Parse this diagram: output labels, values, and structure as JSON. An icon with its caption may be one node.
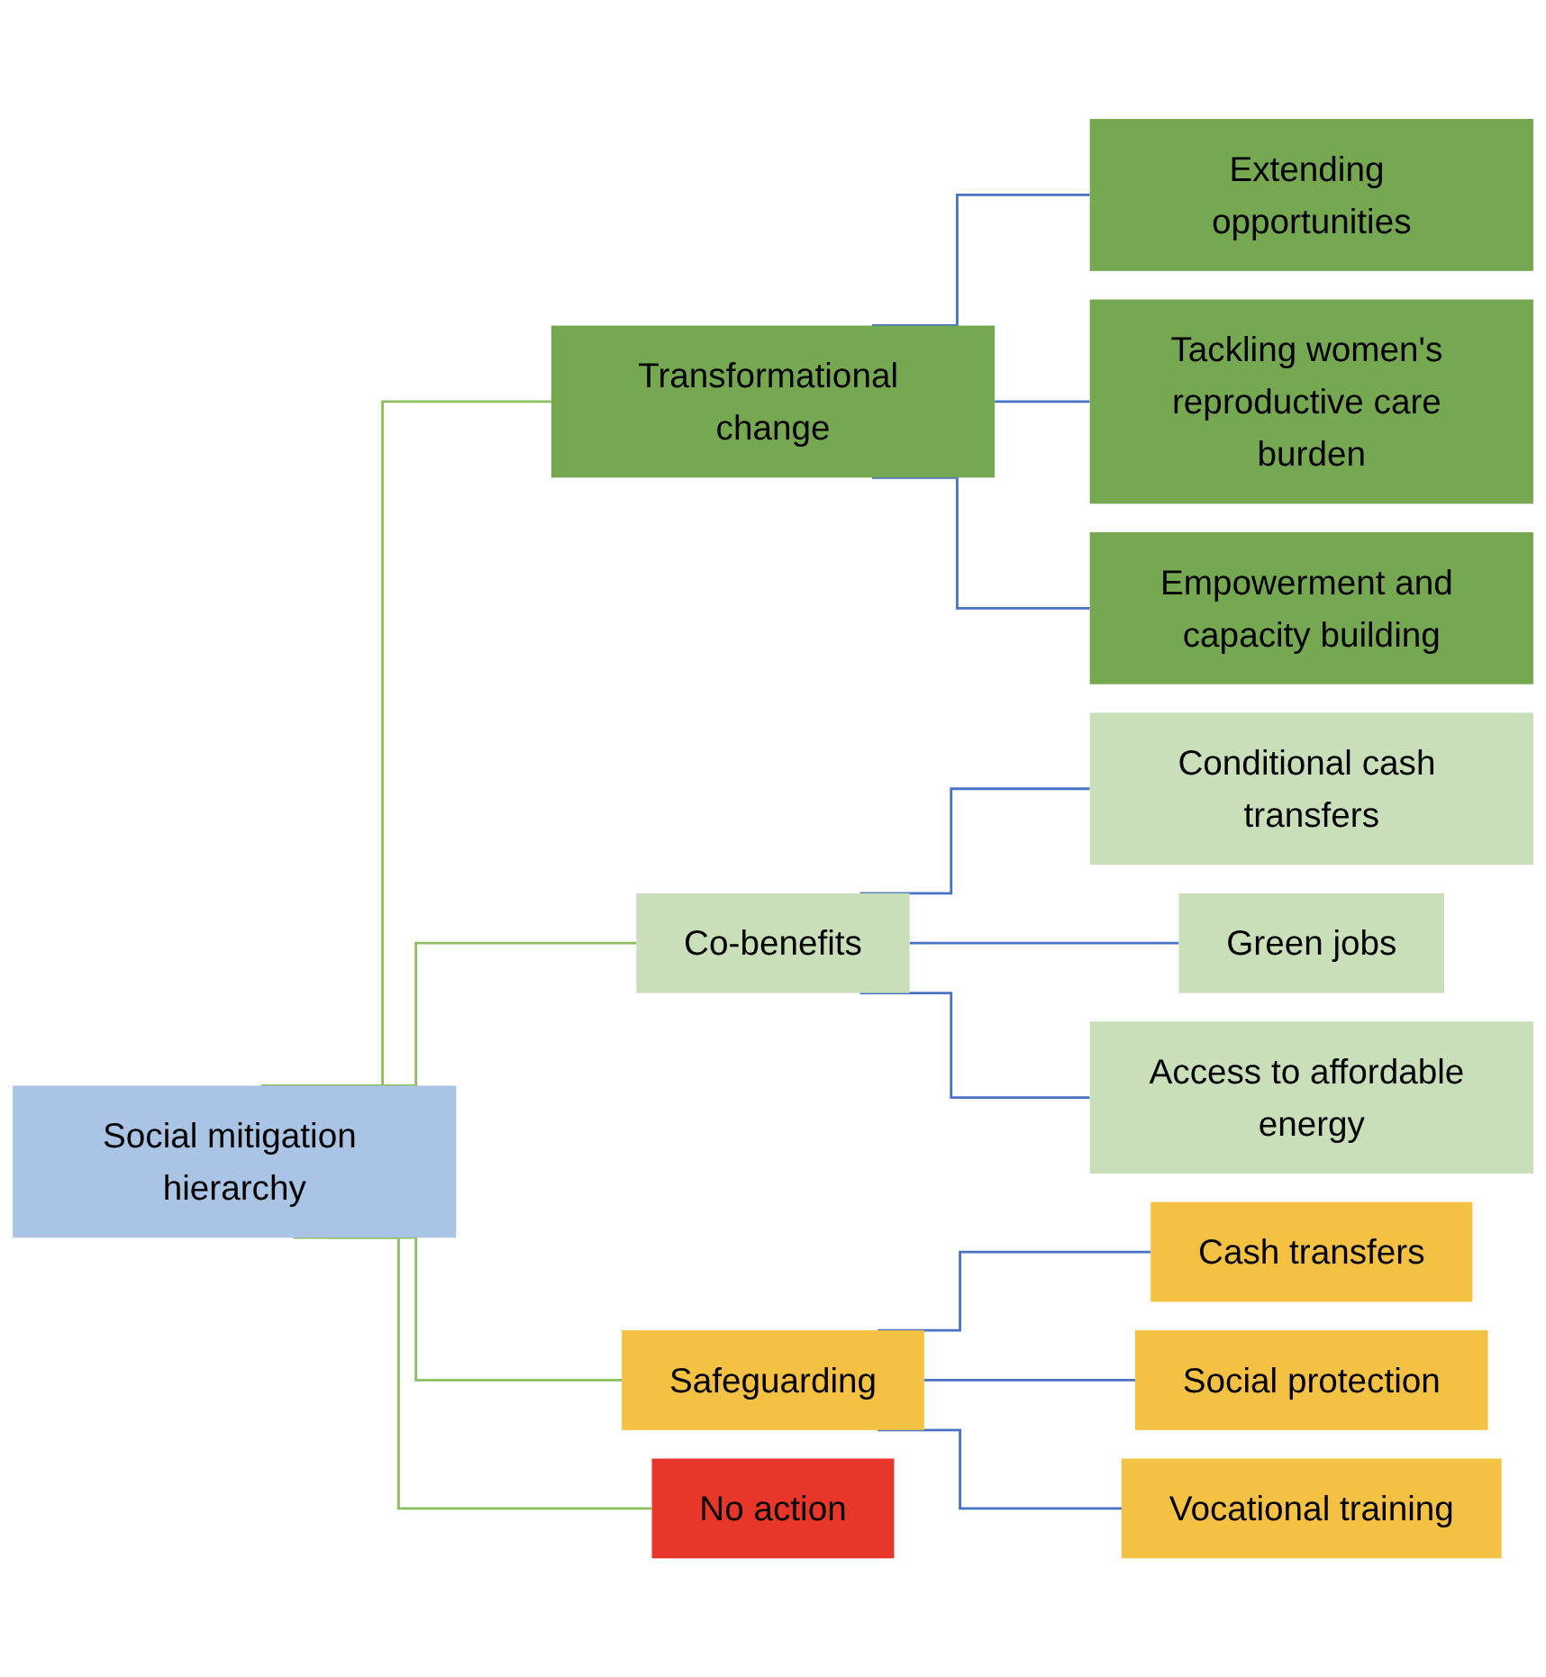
{
  "diagram": {
    "nodes": [
      {
        "text": [
          "Social mitigation hierarchy"
        ]
      },
      {
        "text": [
          "Transformational change"
        ]
      },
      {
        "text": [
          "Extending opportunities"
        ]
      },
      {
        "text": [
          "Tackling women's reproductive care burden"
        ]
      },
      {
        "text": [
          "Empowerment and capacity building"
        ]
      },
      {
        "text": [
          "Co-benefits"
        ]
      },
      {
        "text": [
          "Conditional cash transfers"
        ]
      },
      {
        "text": [
          "Green jobs"
        ]
      },
      {
        "text": [
          "Access to affordable energy"
        ]
      },
      {
        "text": [
          "Safeguarding"
        ]
      },
      {
        "text": [
          "Cash transfers"
        ]
      },
      {
        "text": [
          "Social protection"
        ]
      },
      {
        "text": [
          "Vocational training"
        ]
      },
      {
        "text": [
          "No action"
        ]
      }
    ],
    "edges": [
      {
        "from": 0,
        "to": 1,
        "arrow": "none",
        "color": "#8cbf5e"
      },
      {
        "from": 1,
        "to": 2,
        "arrow": "none"
      },
      {
        "from": 1,
        "to": 3,
        "arrow": "none"
      },
      {
        "from": 1,
        "to": 4,
        "arrow": "none"
      },
      {
        "from": 0,
        "to": 5,
        "arrow": "none",
        "color": "#8cbf5e"
      },
      {
        "from": 5,
        "to": 6,
        "arrow": "none"
      },
      {
        "from": 5,
        "to": 7,
        "arrow": "none"
      },
      {
        "from": 5,
        "to": 8,
        "arrow": "none"
      },
      {
        "from": 0,
        "to": 9,
        "arrow": "none",
        "color": "#8cbf5e"
      },
      {
        "from": 9,
        "to": 10,
        "arrow": "none"
      },
      {
        "from": 9,
        "to": 11,
        "arrow": "none"
      },
      {
        "from": 9,
        "to": 12,
        "arrow": "none"
      },
      {
        "from": 0,
        "to": 13,
        "arrow": "none",
        "color": "#8cbf5e"
      }
    ]
  }
}
